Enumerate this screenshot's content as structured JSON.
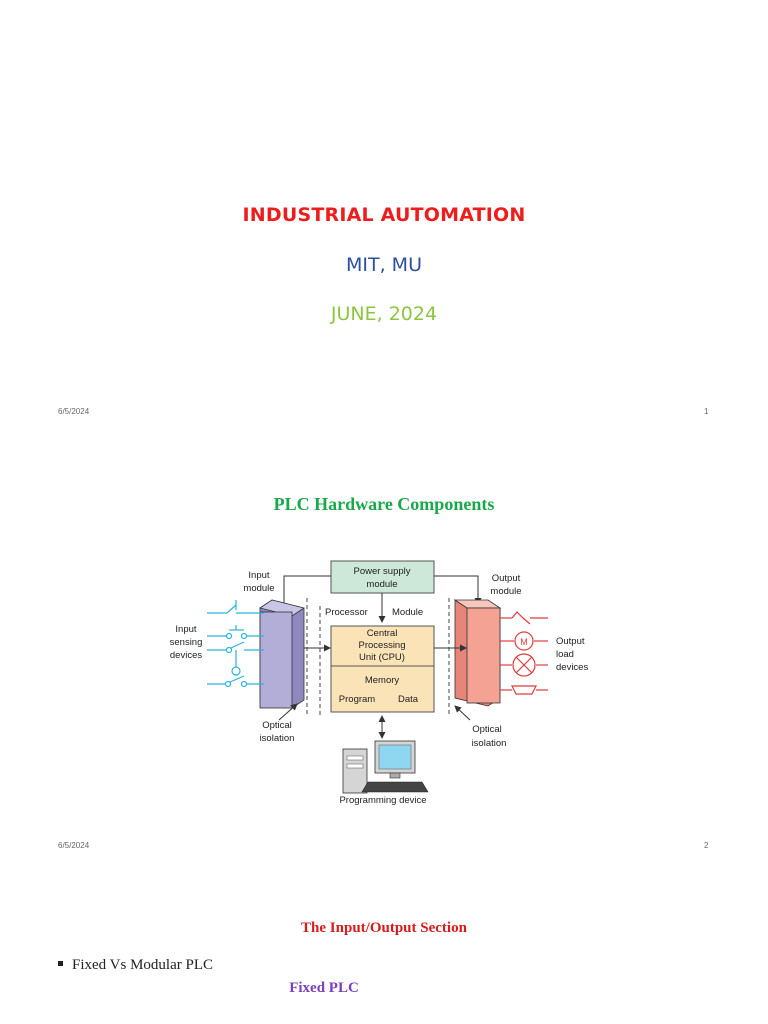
{
  "slide1": {
    "title": "INDUSTRIAL AUTOMATION",
    "subtitle": "MIT, MU",
    "date": "JUNE, 2024",
    "footer_date": "6/5/2024",
    "page": "1"
  },
  "slide2": {
    "title": "PLC Hardware Components",
    "footer_date": "6/5/2024",
    "page": "2",
    "diagram": {
      "power_supply": [
        "Power supply",
        "module"
      ],
      "input_module": [
        "Input",
        "module"
      ],
      "output_module": [
        "Output",
        "module"
      ],
      "processor": "Processor",
      "module": "Module",
      "cpu": [
        "Central",
        "Processing",
        "Unit (CPU)"
      ],
      "memory": "Memory",
      "program": "Program",
      "data": "Data",
      "input_devices": [
        "Input",
        "sensing",
        "devices"
      ],
      "output_devices": [
        "Output",
        "load",
        "devices"
      ],
      "optical_left": [
        "Optical",
        "isolation"
      ],
      "optical_right": [
        "Optical",
        "isolation"
      ],
      "programming_device": "Programming device",
      "motor_symbol": "M",
      "colors": {
        "power_supply_fill": "#cde8d9",
        "cpu_fill": "#fbe3b8",
        "input_module_fill": "#b3aed8",
        "output_module_fill": "#f4a294",
        "input_wiring": "#2bb3d8",
        "output_wiring": "#e23b3b",
        "monitor_screen": "#8fd6f0"
      }
    }
  },
  "slide3": {
    "title": "The Input/Output Section",
    "bullet": "Fixed Vs Modular PLC",
    "subheading": "Fixed PLC"
  }
}
